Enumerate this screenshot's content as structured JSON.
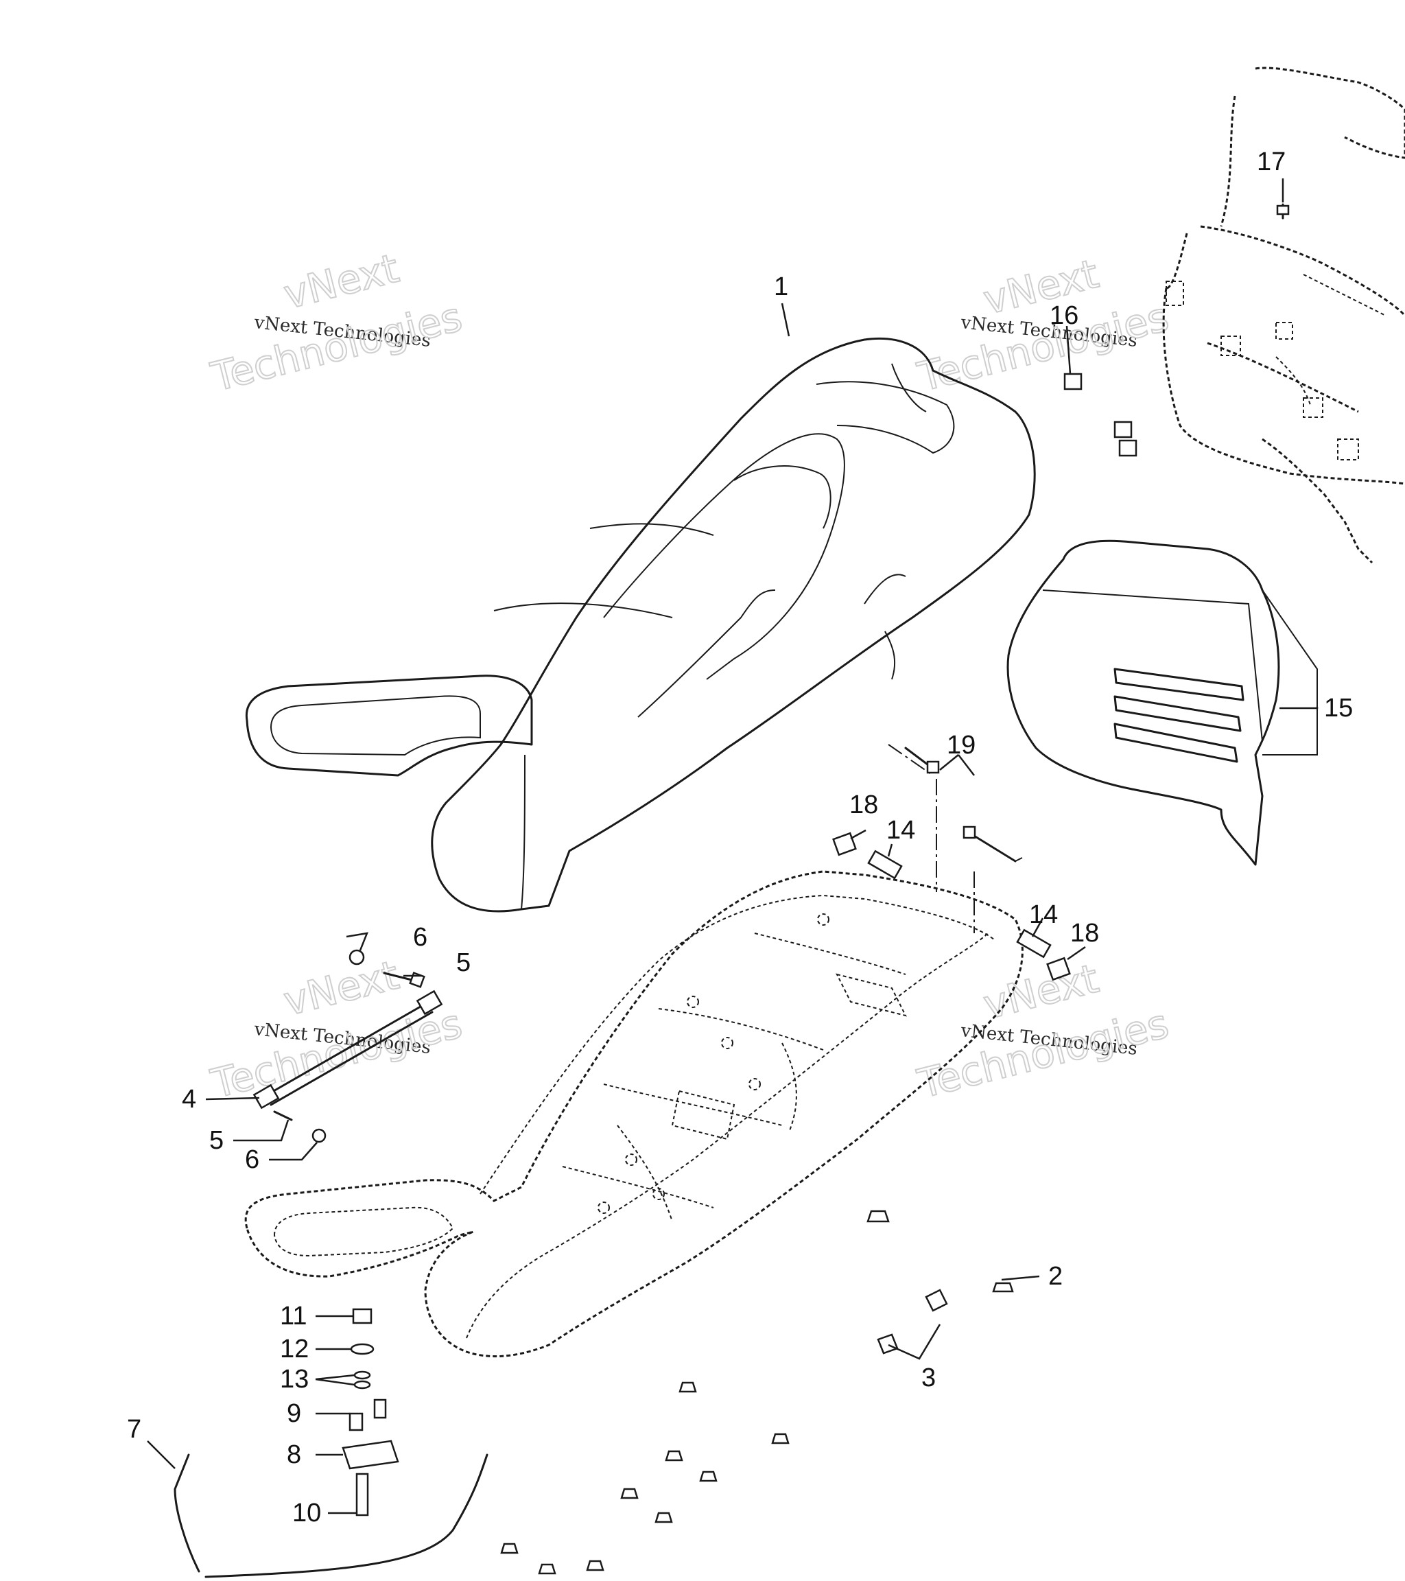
{
  "watermarks": [
    {
      "line1": "vNext",
      "line2": "vNext Technologies",
      "line3": "Technologies"
    },
    {
      "line1": "vNext",
      "line2": "vNext Technologies",
      "line3": "Technologies"
    },
    {
      "line1": "vNext",
      "line2": "vNext Technologies",
      "line3": "Technologies"
    },
    {
      "line1": "vNext",
      "line2": "vNext Technologies",
      "line3": "Technologies"
    }
  ],
  "callouts": {
    "c1": "1",
    "c2": "2",
    "c3": "3",
    "c4": "4",
    "c5a": "5",
    "c5b": "5",
    "c6a": "6",
    "c6b": "6",
    "c7": "7",
    "c8": "8",
    "c9": "9",
    "c10": "10",
    "c11": "11",
    "c12": "12",
    "c13": "13",
    "c14a": "14",
    "c14b": "14",
    "c15": "15",
    "c16": "16",
    "c17": "17",
    "c18a": "18",
    "c18b": "18",
    "c19": "19"
  }
}
